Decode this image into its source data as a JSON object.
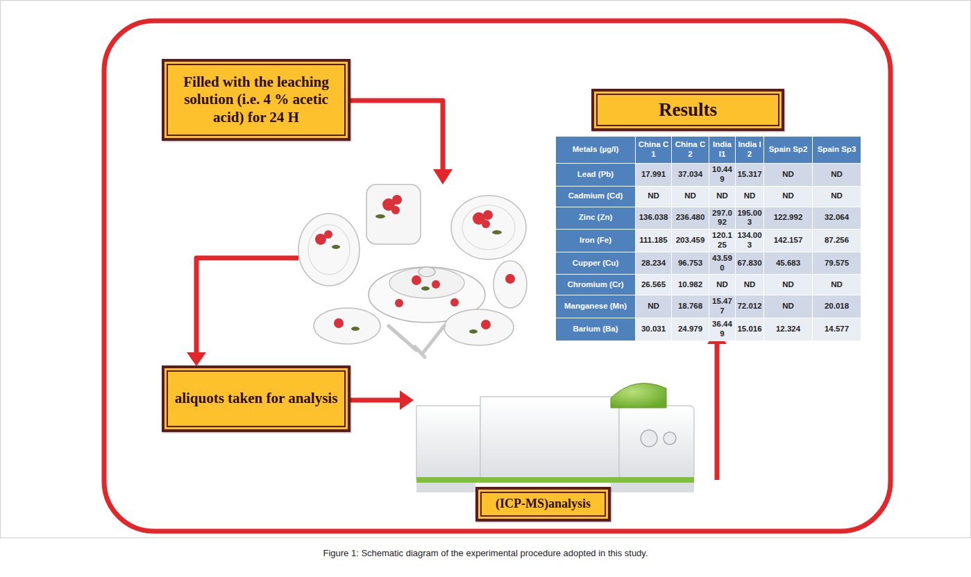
{
  "diagram": {
    "caption": "Figure 1: Schematic diagram of the experimental procedure adopted in this study.",
    "nodes": [
      {
        "text": [
          "Filled with the leaching solution (i.e. 4 % acetic acid) for 24 H"
        ]
      },
      {
        "text": [
          "Results"
        ]
      },
      {
        "text": [
          "aliquots taken for analysis"
        ]
      },
      {
        "text": [
          "(ICP-MS)analysis"
        ]
      }
    ],
    "labels": [
      "Metals (µg/l)",
      "China C1",
      "China C2",
      "India I1",
      "India I2",
      "Spain Sp2",
      "Spain Sp3",
      "Lead (Pb)",
      "17.991",
      "37.034",
      "10.449",
      "15.317",
      "ND",
      "ND",
      "Cadmium (Cd)",
      "ND",
      "ND",
      "ND",
      "ND",
      "ND",
      "ND",
      "Zinc (Zn)",
      "136.038",
      "236.480",
      "297.092",
      "195.003",
      "122.992",
      "32.064",
      "Iron (Fe)",
      "111.185",
      "203.459",
      "120.125",
      "134.003",
      "142.157",
      "87.256",
      "Cupper (Cu)",
      "28.234",
      "96.753",
      "43.590",
      "67.830",
      "45.683",
      "79.575",
      "Chromium (Cr)",
      "26.565",
      "10.982",
      "ND",
      "ND",
      "ND",
      "ND",
      "Manganese (Mn)",
      "ND",
      "18.768",
      "15.477",
      "72.012",
      "ND",
      "20.018",
      "Barium (Ba)",
      "30.031",
      "24.979",
      "36.449",
      "15.016",
      "12.324",
      "14.577"
    ]
  }
}
